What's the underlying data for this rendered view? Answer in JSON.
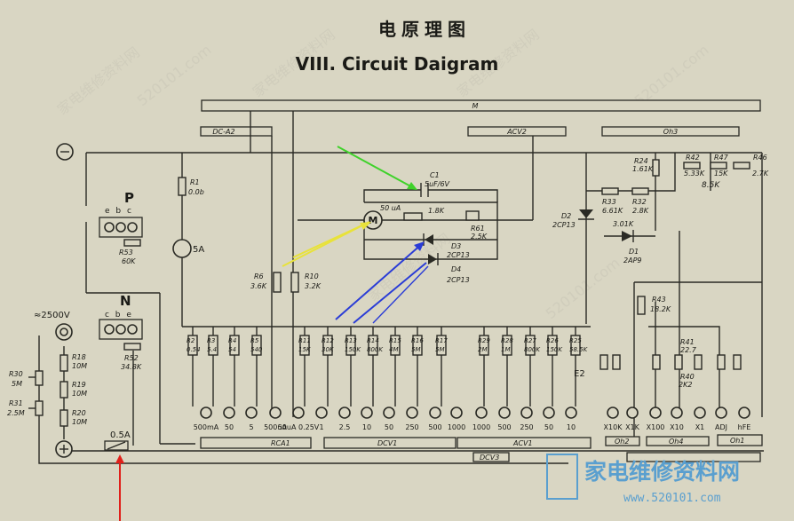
{
  "title_cn": "电原理图",
  "title_en": "VIII. Circuit Daigram",
  "switch_labels": {
    "top": "M",
    "dc_a2": "DC-A2",
    "acv2": "ACV2",
    "oh3": "Oh3",
    "rca1": "RCA1",
    "dcv1": "DCV1",
    "acv1": "ACV1",
    "dcv3": "DCV3",
    "oh2": "Oh2",
    "oh4": "Oh4",
    "oh1": "Oh1"
  },
  "terminals": {
    "p_label": "P",
    "n_label": "N",
    "p_pins": "e b c",
    "n_pins": "c b e",
    "hv": "≈2500V",
    "minus": "⊖",
    "plus": "⊕"
  },
  "meter": {
    "label": "50 uA",
    "symbol": "M"
  },
  "components": [
    {
      "id": "c1",
      "name": "C1",
      "value": "5uF/6V"
    },
    {
      "id": "r_meter",
      "name": "1.8K",
      "value": ""
    },
    {
      "id": "r61",
      "name": "R61",
      "value": "2.5K"
    },
    {
      "id": "d2",
      "name": "D2",
      "value": "2CP13"
    },
    {
      "id": "d3",
      "name": "D3",
      "value": "2CP13"
    },
    {
      "id": "d4",
      "name": "D4",
      "value": "2CP13"
    },
    {
      "id": "d1",
      "name": "D1",
      "value": "2AP9"
    },
    {
      "id": "r1",
      "name": "R1",
      "value": "0.0b"
    },
    {
      "id": "fuse5a",
      "name": "5A",
      "value": ""
    },
    {
      "id": "r53",
      "name": "R53",
      "value": "60K"
    },
    {
      "id": "r52",
      "name": "R52",
      "value": "34.8K"
    },
    {
      "id": "r6",
      "name": "R6",
      "value": "3.6K"
    },
    {
      "id": "r10",
      "name": "R10",
      "value": "3.2K"
    },
    {
      "id": "r18",
      "name": "R18",
      "value": "10M"
    },
    {
      "id": "r19",
      "name": "R19",
      "value": "10M"
    },
    {
      "id": "r20",
      "name": "R20",
      "value": "10M"
    },
    {
      "id": "r30",
      "name": "R30",
      "value": "5M"
    },
    {
      "id": "r31",
      "name": "R31",
      "value": "2.5M"
    },
    {
      "id": "r24",
      "name": "R24",
      "value": "1.61K"
    },
    {
      "id": "r33",
      "name": "R33",
      "value": "6.61K"
    },
    {
      "id": "r32",
      "name": "R32",
      "value": "2.8K"
    },
    {
      "id": "r_301",
      "name": "3.01K",
      "value": ""
    },
    {
      "id": "r42",
      "name": "R42",
      "value": "5.33K"
    },
    {
      "id": "r47",
      "name": "R47",
      "value": "15K"
    },
    {
      "id": "r46",
      "name": "R46",
      "value": "2.7K"
    },
    {
      "id": "r_85",
      "name": "8.5K",
      "value": ""
    },
    {
      "id": "r43",
      "name": "R43",
      "value": "18.2K"
    },
    {
      "id": "r41",
      "name": "R41",
      "value": "22.7"
    },
    {
      "id": "r40",
      "name": "R40",
      "value": "2K2"
    },
    {
      "id": "e2",
      "name": "E2",
      "value": ""
    },
    {
      "id": "fuse05",
      "name": "0.5A",
      "value": ""
    }
  ],
  "resistor_row": [
    {
      "name": "R2",
      "value": "0.54"
    },
    {
      "name": "R3",
      "value": "5.4"
    },
    {
      "name": "R4",
      "value": "54"
    },
    {
      "name": "R5",
      "value": "540"
    },
    {
      "name": "R11",
      "value": "15K"
    },
    {
      "name": "R12",
      "value": "30K"
    },
    {
      "name": "R13",
      "value": "150K"
    },
    {
      "name": "R14",
      "value": "800K"
    },
    {
      "name": "R15",
      "value": "4M"
    },
    {
      "name": "R16",
      "value": "5M"
    },
    {
      "name": "R17",
      "value": "5M"
    },
    {
      "name": "R29",
      "value": "2M"
    },
    {
      "name": "R28",
      "value": "1M"
    },
    {
      "name": "R27",
      "value": "800K"
    },
    {
      "name": "R26",
      "value": "150K"
    },
    {
      "name": "R25",
      "value": "58.5K"
    }
  ],
  "range_jacks": [
    "500mA",
    "50",
    "5",
    "500uA",
    "50uA 0.25V",
    "1",
    "2.5",
    "10",
    "50",
    "250",
    "500",
    "1000",
    "1000",
    "500",
    "250",
    "50",
    "10",
    "X10K",
    "X1K",
    "X100",
    "X10",
    "X1",
    "ADJ",
    "hFE"
  ],
  "watermarks": [
    "家电维修资料网",
    "520101.com"
  ],
  "logo": {
    "text": "家电维修资料网",
    "url": "www.520101.com"
  },
  "colors": {
    "paper": "#d9d6c3",
    "ink": "#2a2a24",
    "arrow_green": "#3fd22a",
    "arrow_yellow": "#e8e23a",
    "arrow_blue": "#2a3cd6",
    "arrow_red": "#e0201a",
    "logo_blue": "#5a9fcf"
  }
}
